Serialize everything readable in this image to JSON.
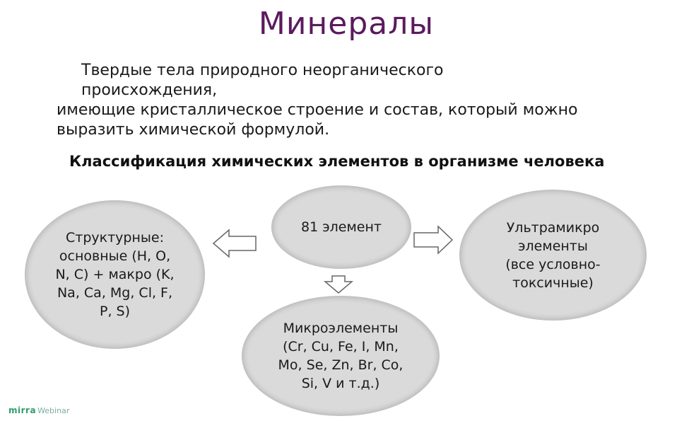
{
  "title": "Минералы",
  "definition": {
    "line1": "Твердые тела природного неорганического",
    "line2": "происхождения,",
    "line3": "имеющие кристаллическое строение и состав, который можно",
    "line4": "выразить химической формулой."
  },
  "subtitle": "Классификация химических элементов в организме человека",
  "nodes": {
    "center": "81 элемент",
    "left": "Структурные:\nосновные (H, O,\nN, C) + макро (K,\nNa, Ca, Mg, Cl, F,\nP, S)",
    "right": "Ультрамикро\nэлементы\n(все условно-\nтоксичные)",
    "bottom": "Микроэлементы\n(Cr, Cu, Fe, I, Mn,\nMo, Se, Zn, Br, Co,\nSi, V и т.д.)"
  },
  "logo": {
    "brand": "mirra",
    "sub": "Webinar"
  },
  "colors": {
    "title": "#5c1a5e",
    "oval_fill": "#dadada",
    "logo": "#2f9d6a"
  }
}
